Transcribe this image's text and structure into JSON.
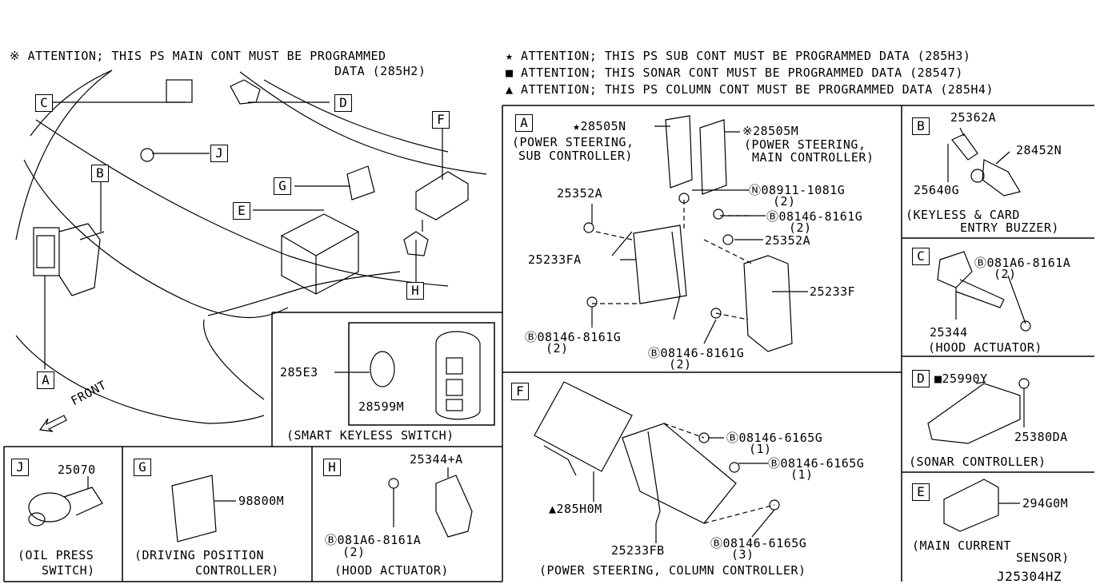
{
  "notes": {
    "main_cont_1": "※ ATTENTION; THIS PS MAIN CONT MUST BE PROGRAMMED",
    "main_cont_2": "DATA (285H2)",
    "sub_cont": "★ ATTENTION; THIS PS SUB CONT MUST BE PROGRAMMED DATA (285H3)",
    "sonar_cont": "■ ATTENTION; THIS SONAR CONT MUST BE PROGRAMMED DATA (28547)",
    "column_cont": "▲ ATTENTION; THIS PS COLUMN CONT MUST BE PROGRAMMED DATA (285H4)"
  },
  "overview": {
    "callouts": [
      "A",
      "B",
      "C",
      "D",
      "E",
      "F",
      "G",
      "H",
      "J"
    ],
    "front": "FRONT"
  },
  "smart_keyless": {
    "part_left": "285E3",
    "part_inner": "28599M",
    "caption": "(SMART KEYLESS SWITCH)"
  },
  "panel_J": {
    "tag": "J",
    "part": "25070",
    "caption_1": "(OIL PRESS",
    "caption_2": "SWITCH)"
  },
  "panel_G": {
    "tag": "G",
    "part": "98800M",
    "caption_1": "(DRIVING POSITION",
    "caption_2": "CONTROLLER)"
  },
  "panel_H": {
    "tag": "H",
    "part_top": "25344+A",
    "bolt": "Ⓑ081A6-8161A",
    "bolt_qty": "(2)",
    "caption": "(HOOD ACTUATOR)"
  },
  "panel_A": {
    "tag": "A",
    "sub_part": "★28505N",
    "sub_caption_1": "(POWER STEERING,",
    "sub_caption_2": "SUB CONTROLLER)",
    "main_part": "※28505M",
    "main_caption_1": "(POWER STEERING,",
    "main_caption_2": "MAIN CONTROLLER)",
    "nut": "Ⓝ08911-1081G",
    "nut_qty": "(2)",
    "bolt_1": "Ⓑ08146-8161G",
    "bolt_1_qty": "(2)",
    "screw_left": "25352A",
    "screw_right": "25352A",
    "bracket_left": "25233FA",
    "bracket_right": "25233F",
    "bolt_2": "Ⓑ08146-8161G",
    "bolt_2_qty": "(2)",
    "bolt_3": "Ⓑ08146-8161G",
    "bolt_3_qty": "(2)"
  },
  "panel_B": {
    "tag": "B",
    "part_top": "25362A",
    "part_right": "28452N",
    "part_left": "25640G",
    "caption_1": "(KEYLESS & CARD",
    "caption_2": "ENTRY BUZZER)"
  },
  "panel_C": {
    "tag": "C",
    "bolt": "Ⓑ081A6-8161A",
    "bolt_qty": "(2)",
    "part": "25344",
    "caption": "(HOOD ACTUATOR)"
  },
  "panel_D": {
    "tag": "D",
    "part_top": "■25990Y",
    "part_right": "25380DA",
    "caption": "(SONAR CONTROLLER)"
  },
  "panel_E": {
    "tag": "E",
    "part": "294G0M",
    "caption_1": "(MAIN CURRENT",
    "caption_2": "SENSOR)"
  },
  "panel_F": {
    "tag": "F",
    "bolt_1": "Ⓑ08146-6165G",
    "bolt_1_qty": "(1)",
    "bolt_2": "Ⓑ08146-6165G",
    "bolt_2_qty": "(1)",
    "bolt_3": "Ⓑ08146-6165G",
    "bolt_3_qty": "(3)",
    "part_left": "▲285H0M",
    "bracket": "25233FB",
    "caption": "(POWER STEERING, COLUMN CONTROLLER)"
  },
  "diagram_id": "J25304HZ"
}
